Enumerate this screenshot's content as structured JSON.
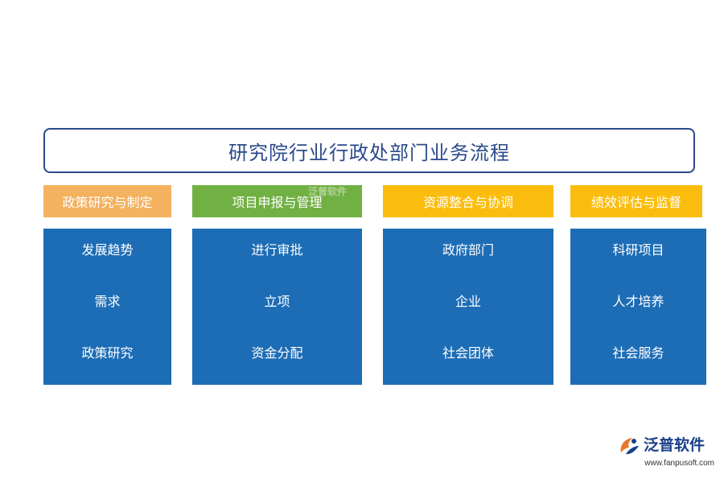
{
  "title": "研究院行业行政处部门业务流程",
  "columns": [
    {
      "header": "政策研究与制定",
      "header_color": "#f4b15e",
      "items": [
        "发展趋势",
        "需求",
        "政策研究"
      ]
    },
    {
      "header": "项目申报与管理",
      "header_color": "#71b043",
      "items": [
        "进行审批",
        "立项",
        "资金分配"
      ]
    },
    {
      "header": "资源整合与协调",
      "header_color": "#fbbd0d",
      "items": [
        "政府部门",
        "企业",
        "社会团体"
      ]
    },
    {
      "header": "绩效评估与监督",
      "header_color": "#fbbd0d",
      "items": [
        "科研项目",
        "人才培养",
        "社会服务"
      ]
    }
  ],
  "panel_color": "#1d6db6",
  "watermark": "泛普软件",
  "logo": {
    "name": "泛普软件",
    "url": "www.fanpusoft.com",
    "icon": "fanpu-logo-icon"
  }
}
